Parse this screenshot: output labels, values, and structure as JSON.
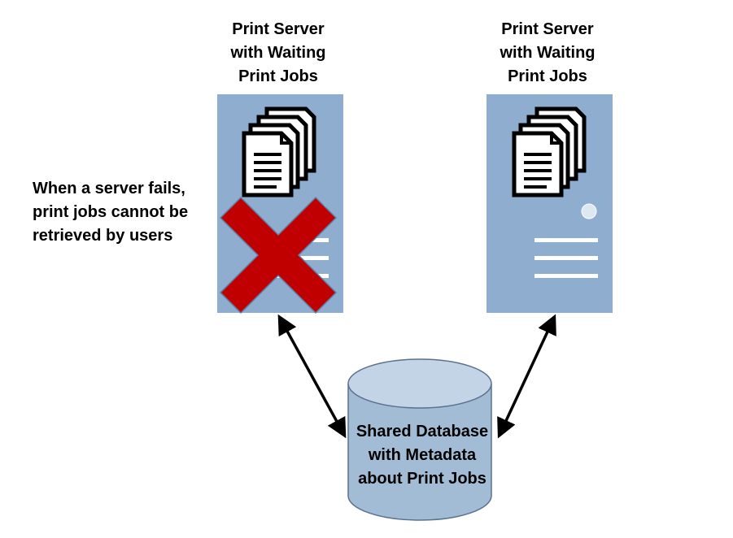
{
  "servers": [
    {
      "title": "Print Server\nwith Waiting\nPrint Jobs",
      "failed": true
    },
    {
      "title": "Print Server\nwith Waiting\nPrint Jobs",
      "failed": false
    }
  ],
  "failure_note": "When a server fails,\nprint jobs cannot be\nretrieved by users",
  "database": {
    "label": "Shared Database\nwith Metadata\nabout Print Jobs"
  },
  "colors": {
    "server_fill": "#8eadcf",
    "database_fill": "#a3bcd6",
    "database_top": "#c3d4e6",
    "failure_mark": "#c00000",
    "arrow": "#000000"
  },
  "icons": {
    "server_documents": "document-stack-icon",
    "failure": "red-x-icon"
  }
}
